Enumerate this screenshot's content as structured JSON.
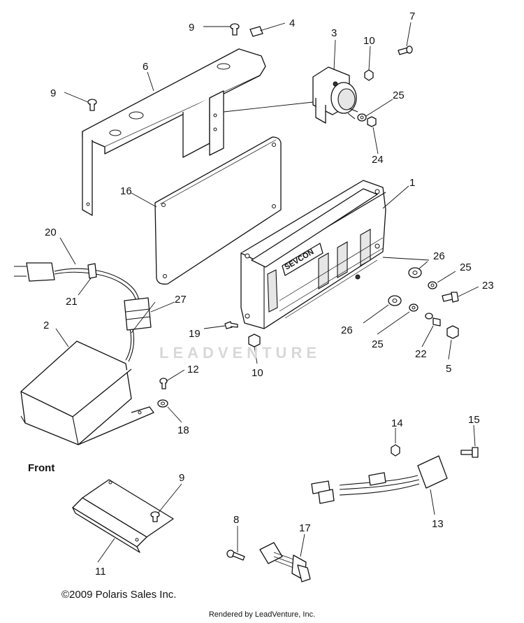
{
  "callouts": {
    "p1": "1",
    "p2": "2",
    "p3": "3",
    "p4": "4",
    "p5": "5",
    "p6": "6",
    "p7": "7",
    "p8": "8",
    "p9a": "9",
    "p9b": "9",
    "p9c": "9",
    "p10a": "10",
    "p10b": "10",
    "p11": "11",
    "p12": "12",
    "p13": "13",
    "p14": "14",
    "p15": "15",
    "p16": "16",
    "p17": "17",
    "p18": "18",
    "p19": "19",
    "p20": "20",
    "p21": "21",
    "p22": "22",
    "p23": "23",
    "p24": "24",
    "p25a": "25",
    "p25b": "25",
    "p25c": "25",
    "p26a": "26",
    "p26b": "26",
    "p27": "27"
  },
  "controller_brand": "SEVCON",
  "front_label": "Front",
  "watermark": "LEADVENTURE",
  "copyright": "©2009 Polaris Sales Inc.",
  "rendered_by": "Rendered by LeadVenture, Inc."
}
